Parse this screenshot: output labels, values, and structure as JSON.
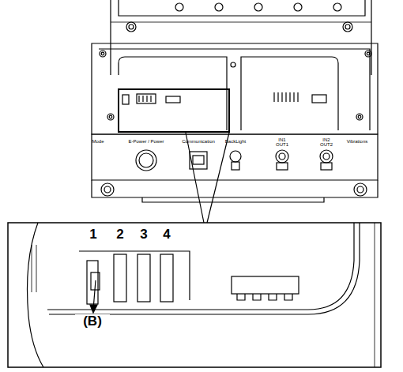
{
  "diagram": {
    "labels": [
      "Mode",
      "E-Power / Power",
      "Communication",
      "BackLight",
      "IN1 OUT1",
      "IN2 OUT2",
      "Vibrations",
      "1",
      "2",
      "3",
      "4",
      "(B)"
    ]
  }
}
